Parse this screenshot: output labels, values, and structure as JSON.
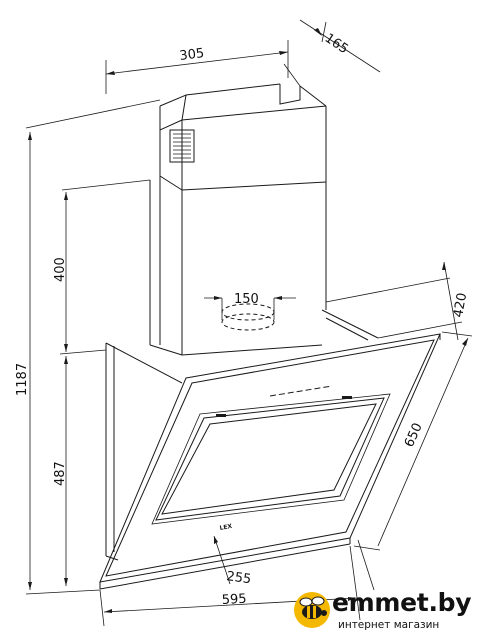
{
  "dimensions": {
    "total_height": "1187",
    "chimney_height": "400",
    "hood_height": "487",
    "chimney_width": "305",
    "chimney_depth": "165",
    "duct_diameter": "150",
    "hood_depth": "420",
    "glass_length": "650",
    "hood_width": "595",
    "bottom_depth": "255"
  },
  "panel": {
    "logo_text": "LEX"
  },
  "brand": {
    "name": "emmet.by",
    "tagline": "интернет магазин",
    "accent": "#f5b800"
  }
}
